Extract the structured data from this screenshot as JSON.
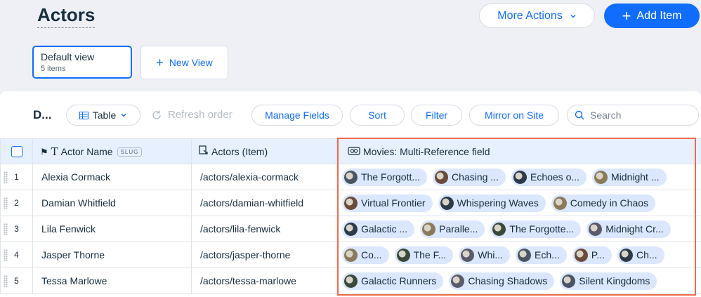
{
  "header": {
    "title": "Actors",
    "more_actions": "More Actions",
    "add_item": "Add Item",
    "views": [
      {
        "name": "Default view",
        "count": "5 items"
      }
    ],
    "new_view": "New View"
  },
  "toolbar": {
    "collection_title": "D...",
    "layout": "Table",
    "refresh": "Refresh order",
    "manage_fields": "Manage Fields",
    "sort": "Sort",
    "filter": "Filter",
    "mirror": "Mirror on Site",
    "search_placeholder": "Search"
  },
  "columns": {
    "actor_name": "Actor Name",
    "slug_badge": "SLUG",
    "actors_item": "Actors (Item)",
    "movies": "Movies: Multi-Reference field"
  },
  "rows": [
    {
      "num": "1",
      "name": "Alexia Cormack",
      "url": "/actors/alexia-cormack",
      "movies": [
        "The Forgott...",
        "Chasing ...",
        "Echoes o...",
        "Midnight ..."
      ]
    },
    {
      "num": "2",
      "name": "Damian Whitfield",
      "url": "/actors/damian-whitfield",
      "movies": [
        "Virtual Frontier",
        "Whispering Waves",
        "Comedy in Chaos"
      ]
    },
    {
      "num": "3",
      "name": "Lila Fenwick",
      "url": "/actors/lila-fenwick",
      "movies": [
        "Galactic ...",
        "Paralle...",
        "The Forgotte...",
        "Midnight Cr..."
      ]
    },
    {
      "num": "4",
      "name": "Jasper Thorne",
      "url": "/actors/jasper-thorne",
      "movies": [
        "Co...",
        "The F...",
        "Whi...",
        "Ech...",
        "P...",
        "Ch..."
      ]
    },
    {
      "num": "5",
      "name": "Tessa Marlowe",
      "url": "/actors/tessa-marlowe",
      "movies": [
        "Galactic Runners",
        "Chasing Shadows",
        "Silent Kingdoms"
      ]
    }
  ],
  "colors": {
    "accent": "#116dff",
    "highlight": "#f0694d",
    "chip": "#dbe7ff",
    "header_row": "#e7f0ff"
  }
}
